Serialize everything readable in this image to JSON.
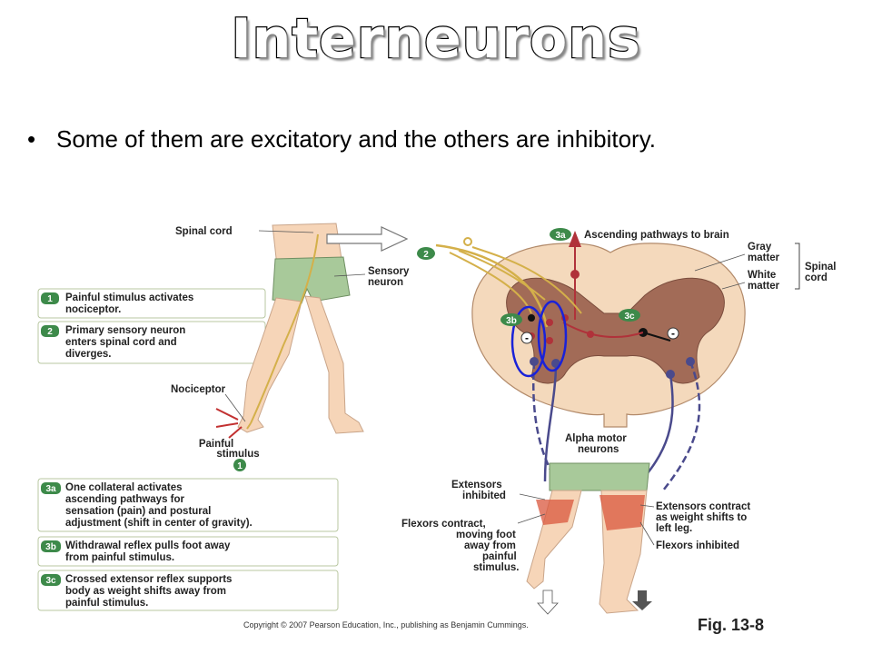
{
  "slide": {
    "title": "Interneurons",
    "bullet": {
      "marker": "•",
      "text_before": "Some of them are ",
      "excitatory": "excitatory",
      "text_middle": " and the others are ",
      "inhibitory": "inhibitory",
      "text_after": "."
    }
  },
  "figure": {
    "labels": {
      "spinal_cord": "Spinal cord",
      "sensory_neuron_1": "Sensory",
      "sensory_neuron_2": "neuron",
      "ascending": "Ascending pathways to brain",
      "gray_matter_1": "Gray",
      "gray_matter_2": "matter",
      "white_matter_1": "White",
      "white_matter_2": "matter",
      "spinal_cord_bracket_1": "Spinal",
      "spinal_cord_bracket_2": "cord",
      "nociceptor": "Nociceptor",
      "painful_stimulus_1": "Painful",
      "painful_stimulus_2": "stimulus",
      "alpha_motor_1": "Alpha motor",
      "alpha_motor_2": "neurons",
      "extensors_inhibited_1": "Extensors",
      "extensors_inhibited_2": "inhibited",
      "flexors_contract_1": "Flexors contract,",
      "flexors_contract_2": "moving foot",
      "flexors_contract_3": "away from",
      "flexors_contract_4": "painful",
      "flexors_contract_5": "stimulus.",
      "extensors_contract_1": "Extensors contract",
      "extensors_contract_2": "as weight shifts to",
      "extensors_contract_3": "left leg.",
      "flexors_inhibited": "Flexors inhibited",
      "minus": "-"
    },
    "badges": {
      "b1": "1",
      "b2": "2",
      "b3a": "3a",
      "b3b": "3b",
      "b3c": "3c"
    },
    "steps": [
      {
        "badge": "1",
        "lines": [
          "Painful stimulus activates",
          "nociceptor."
        ]
      },
      {
        "badge": "2",
        "lines": [
          "Primary sensory neuron",
          "enters spinal cord and",
          "diverges."
        ]
      },
      {
        "badge": "3a",
        "lines": [
          "One collateral activates",
          "ascending pathways for",
          "sensation (pain) and postural",
          "adjustment (shift in center of gravity)."
        ]
      },
      {
        "badge": "3b",
        "lines": [
          "Withdrawal reflex pulls foot away",
          "from painful stimulus."
        ]
      },
      {
        "badge": "3c",
        "lines": [
          "Crossed extensor reflex supports",
          "body as weight shifts away from",
          "painful stimulus."
        ]
      }
    ],
    "copyright": "Copyright © 2007 Pearson Education, Inc., publishing as Benjamin Cummings.",
    "fig_number": "Fig. 13-8",
    "colors": {
      "sensory": "#d4b04a",
      "ascending": "#b0323a",
      "motor": "#4a4a8c",
      "gray_matter": "#a26b57",
      "white_matter": "#f4d9bc",
      "skin": "#f6d5b8",
      "shorts": "#a8c99a",
      "annotation_ring": "#1a22d8"
    }
  }
}
